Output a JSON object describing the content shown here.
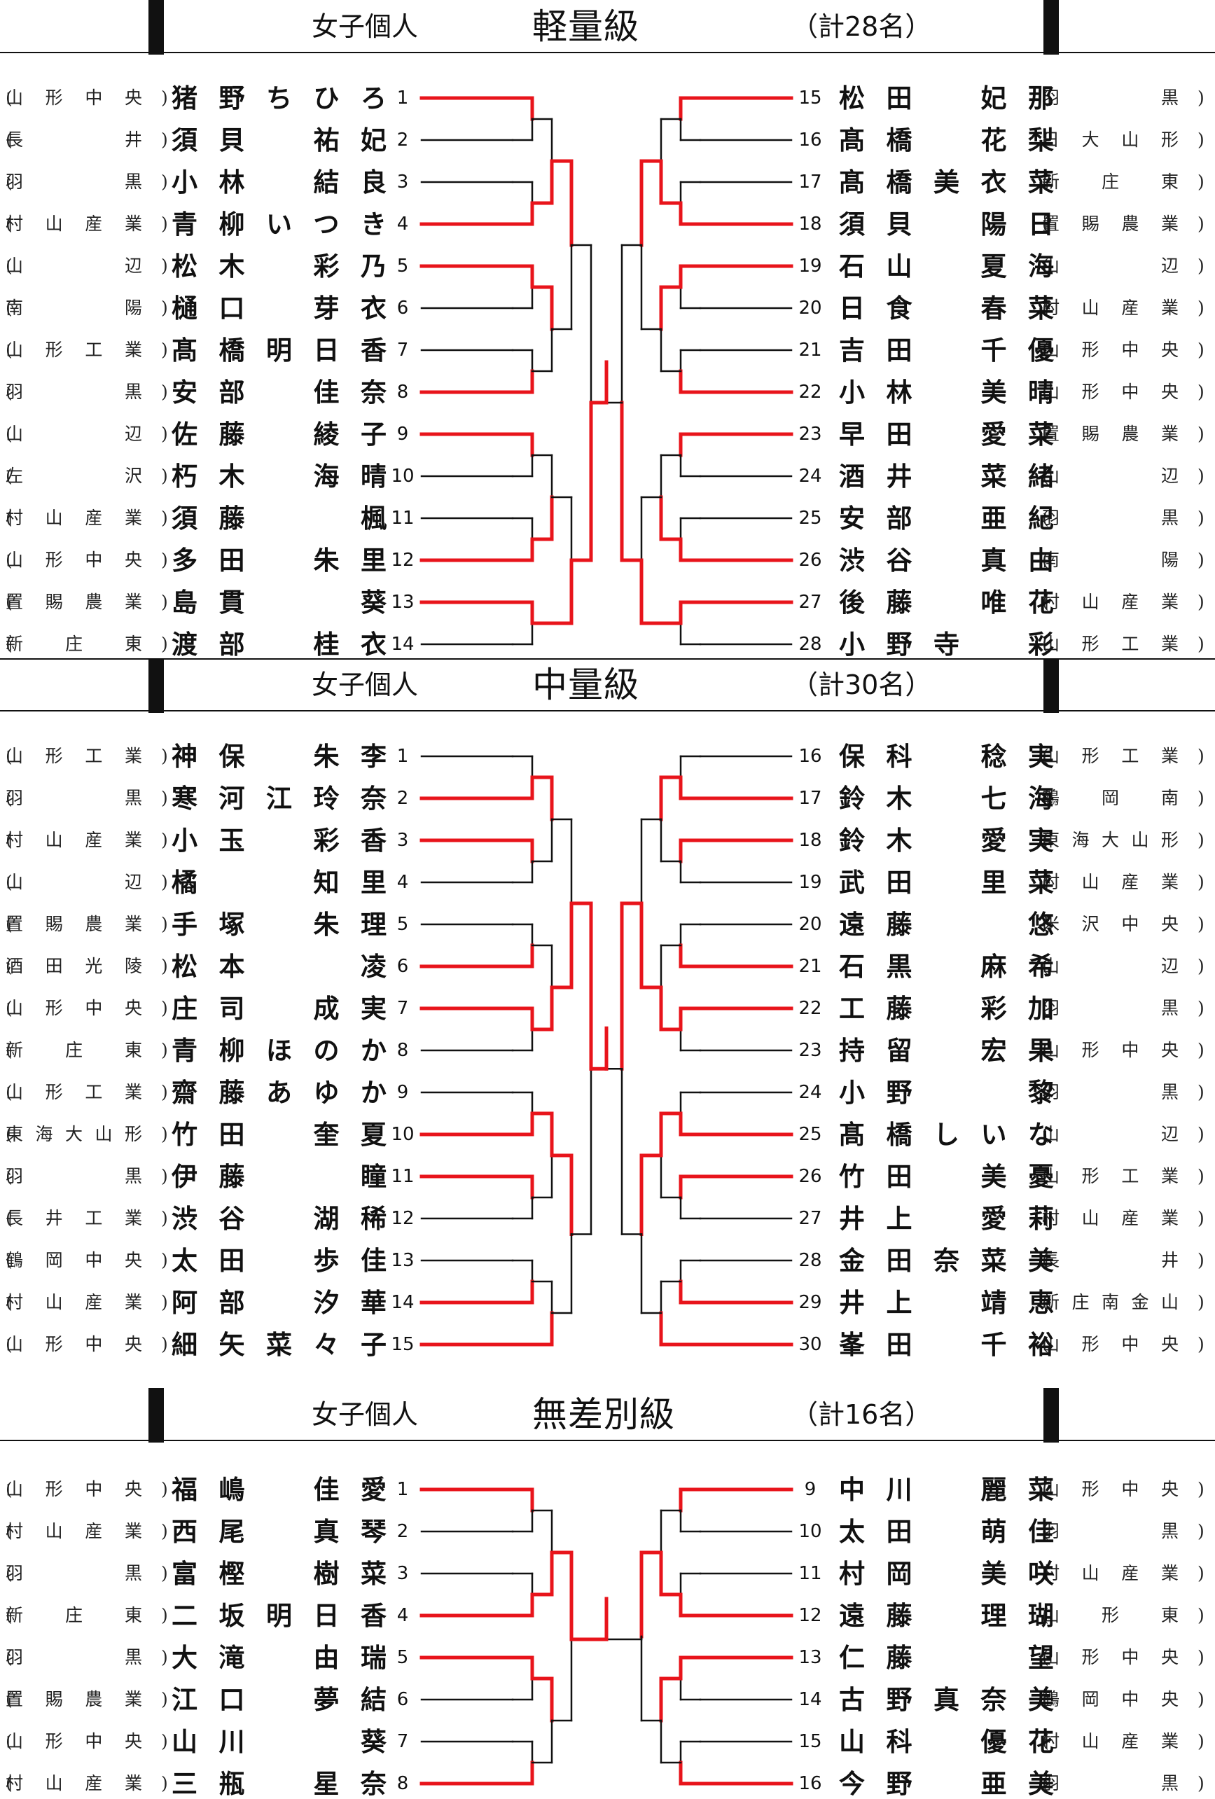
{
  "sections": [
    {
      "label": "女子個人",
      "weight_class": "軽量級",
      "total": "（計28名）",
      "left": [
        {
          "no": "1",
          "name": "猪野ちひろ",
          "school": "山形中央"
        },
        {
          "no": "2",
          "name": "須貝　祐妃",
          "school": "長　　井"
        },
        {
          "no": "3",
          "name": "小林　結良",
          "school": "羽　　黒"
        },
        {
          "no": "4",
          "name": "青柳いつき",
          "school": "村山産業"
        },
        {
          "no": "5",
          "name": "松木　彩乃",
          "school": "山　　辺"
        },
        {
          "no": "6",
          "name": "樋口　芽衣",
          "school": "南　　陽"
        },
        {
          "no": "7",
          "name": "髙橋明日香",
          "school": "山形工業"
        },
        {
          "no": "8",
          "name": "安部　佳奈",
          "school": "羽　　黒"
        },
        {
          "no": "9",
          "name": "佐藤　綾子",
          "school": "山　　辺"
        },
        {
          "no": "10",
          "name": "朽木　海晴",
          "school": "左　　沢"
        },
        {
          "no": "11",
          "name": "須藤　　楓",
          "school": "村山産業"
        },
        {
          "no": "12",
          "name": "多田　朱里",
          "school": "山形中央"
        },
        {
          "no": "13",
          "name": "島貫　　葵",
          "school": "置賜農業"
        },
        {
          "no": "14",
          "name": "渡部　桂衣",
          "school": "新　庄　東"
        }
      ],
      "right": [
        {
          "no": "15",
          "name": "松田　妃那",
          "school": "羽　　黒"
        },
        {
          "no": "16",
          "name": "髙橋　花梨",
          "school": "日大山形"
        },
        {
          "no": "17",
          "name": "髙橋美衣菜",
          "school": "新　庄　東"
        },
        {
          "no": "18",
          "name": "須貝　陽日",
          "school": "置賜農業"
        },
        {
          "no": "19",
          "name": "石山　夏海",
          "school": "山　　辺"
        },
        {
          "no": "20",
          "name": "日食　春菜",
          "school": "村山産業"
        },
        {
          "no": "21",
          "name": "吉田　千優",
          "school": "山形中央"
        },
        {
          "no": "22",
          "name": "小林　美晴",
          "school": "山形中央"
        },
        {
          "no": "23",
          "name": "早田　愛菜",
          "school": "置賜農業"
        },
        {
          "no": "24",
          "name": "酒井　菜緒",
          "school": "山　　辺"
        },
        {
          "no": "25",
          "name": "安部　亜紀",
          "school": "羽　　黒"
        },
        {
          "no": "26",
          "name": "渋谷　真由",
          "school": "南　　陽"
        },
        {
          "no": "27",
          "name": "後藤　唯花",
          "school": "村山産業"
        },
        {
          "no": "28",
          "name": "小野寺　彩",
          "school": "山形工業"
        }
      ]
    },
    {
      "label": "女子個人",
      "weight_class": "中量級",
      "total": "（計30名）",
      "left": [
        {
          "no": "1",
          "name": "神保　朱李",
          "school": "山形工業"
        },
        {
          "no": "2",
          "name": "寒河江玲奈",
          "school": "羽　　黒"
        },
        {
          "no": "3",
          "name": "小玉　彩香",
          "school": "村山産業"
        },
        {
          "no": "4",
          "name": "橘　　知里",
          "school": "山　　辺"
        },
        {
          "no": "5",
          "name": "手塚　朱理",
          "school": "置賜農業"
        },
        {
          "no": "6",
          "name": "松本　　凌",
          "school": "酒田光陵"
        },
        {
          "no": "7",
          "name": "庄司　成実",
          "school": "山形中央"
        },
        {
          "no": "8",
          "name": "青柳ほのか",
          "school": "新　庄　東"
        },
        {
          "no": "9",
          "name": "齋藤あゆか",
          "school": "山形工業"
        },
        {
          "no": "10",
          "name": "竹田　奎夏",
          "school": "東海大山形"
        },
        {
          "no": "11",
          "name": "伊藤　　瞳",
          "school": "羽　　黒"
        },
        {
          "no": "12",
          "name": "渋谷　湖稀",
          "school": "長井工業"
        },
        {
          "no": "13",
          "name": "太田　歩佳",
          "school": "鶴岡中央"
        },
        {
          "no": "14",
          "name": "阿部　汐華",
          "school": "村山産業"
        },
        {
          "no": "15",
          "name": "細矢菜々子",
          "school": "山形中央"
        }
      ],
      "right": [
        {
          "no": "16",
          "name": "保科　稔実",
          "school": "山形工業"
        },
        {
          "no": "17",
          "name": "鈴木　七海",
          "school": "鶴　岡　南"
        },
        {
          "no": "18",
          "name": "鈴木　愛実",
          "school": "東海大山形"
        },
        {
          "no": "19",
          "name": "武田　里菜",
          "school": "村山産業"
        },
        {
          "no": "20",
          "name": "遠藤　　悠",
          "school": "米沢中央"
        },
        {
          "no": "21",
          "name": "石黒　麻希",
          "school": "山　　辺"
        },
        {
          "no": "22",
          "name": "工藤　彩加",
          "school": "羽　　黒"
        },
        {
          "no": "23",
          "name": "持留　宏果",
          "school": "山形中央"
        },
        {
          "no": "24",
          "name": "小野　　黎",
          "school": "羽　　黒"
        },
        {
          "no": "25",
          "name": "髙橋しいな",
          "school": "山　　辺"
        },
        {
          "no": "26",
          "name": "竹田　美憂",
          "school": "山形工業"
        },
        {
          "no": "27",
          "name": "井上　愛莉",
          "school": "村山産業"
        },
        {
          "no": "28",
          "name": "金田奈菜美",
          "school": "長　　井"
        },
        {
          "no": "29",
          "name": "井上　靖恵",
          "school": "新庄南金山"
        },
        {
          "no": "30",
          "name": "峯田　千裕",
          "school": "山形中央"
        }
      ]
    },
    {
      "label": "女子個人",
      "weight_class": "無差別級",
      "total": "（計16名）",
      "left": [
        {
          "no": "1",
          "name": "福嶋　佳愛",
          "school": "山形中央"
        },
        {
          "no": "2",
          "name": "西尾　真琴",
          "school": "村山産業"
        },
        {
          "no": "3",
          "name": "富樫　樹菜",
          "school": "羽　　黒"
        },
        {
          "no": "4",
          "name": "二坂明日香",
          "school": "新　庄　東"
        },
        {
          "no": "5",
          "name": "大滝　由瑞",
          "school": "羽　　黒"
        },
        {
          "no": "6",
          "name": "江口　夢結",
          "school": "置賜農業"
        },
        {
          "no": "7",
          "name": "山川　　葵",
          "school": "山形中央"
        },
        {
          "no": "8",
          "name": "三瓶　星奈",
          "school": "村山産業"
        }
      ],
      "right": [
        {
          "no": "9",
          "name": "中川　麗菜",
          "school": "山形中央"
        },
        {
          "no": "10",
          "name": "太田　萌佳",
          "school": "羽　　黒"
        },
        {
          "no": "11",
          "name": "村岡　美咲",
          "school": "村山産業"
        },
        {
          "no": "12",
          "name": "遠藤　理瑚",
          "school": "山　形　東"
        },
        {
          "no": "13",
          "name": "仁藤　　望",
          "school": "山形中央"
        },
        {
          "no": "14",
          "name": "古野真奈美",
          "school": "鶴岡中央"
        },
        {
          "no": "15",
          "name": "山科　優花",
          "school": "村山産業"
        },
        {
          "no": "16",
          "name": "今野　亜美",
          "school": "羽　　黒"
        }
      ]
    }
  ]
}
